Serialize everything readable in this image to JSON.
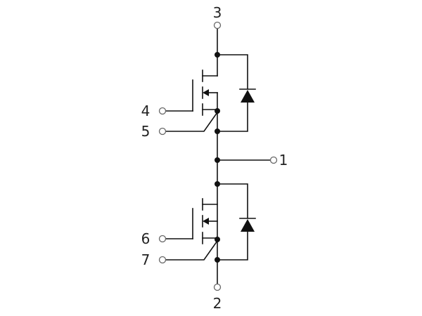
{
  "terminals": {
    "t1": "1",
    "t2": "2",
    "t3": "3",
    "t4": "4",
    "t5": "5",
    "t6": "6",
    "t7": "7"
  },
  "colors": {
    "wire": "#111111",
    "terminal_outline": "#666666",
    "background": "#ffffff"
  }
}
